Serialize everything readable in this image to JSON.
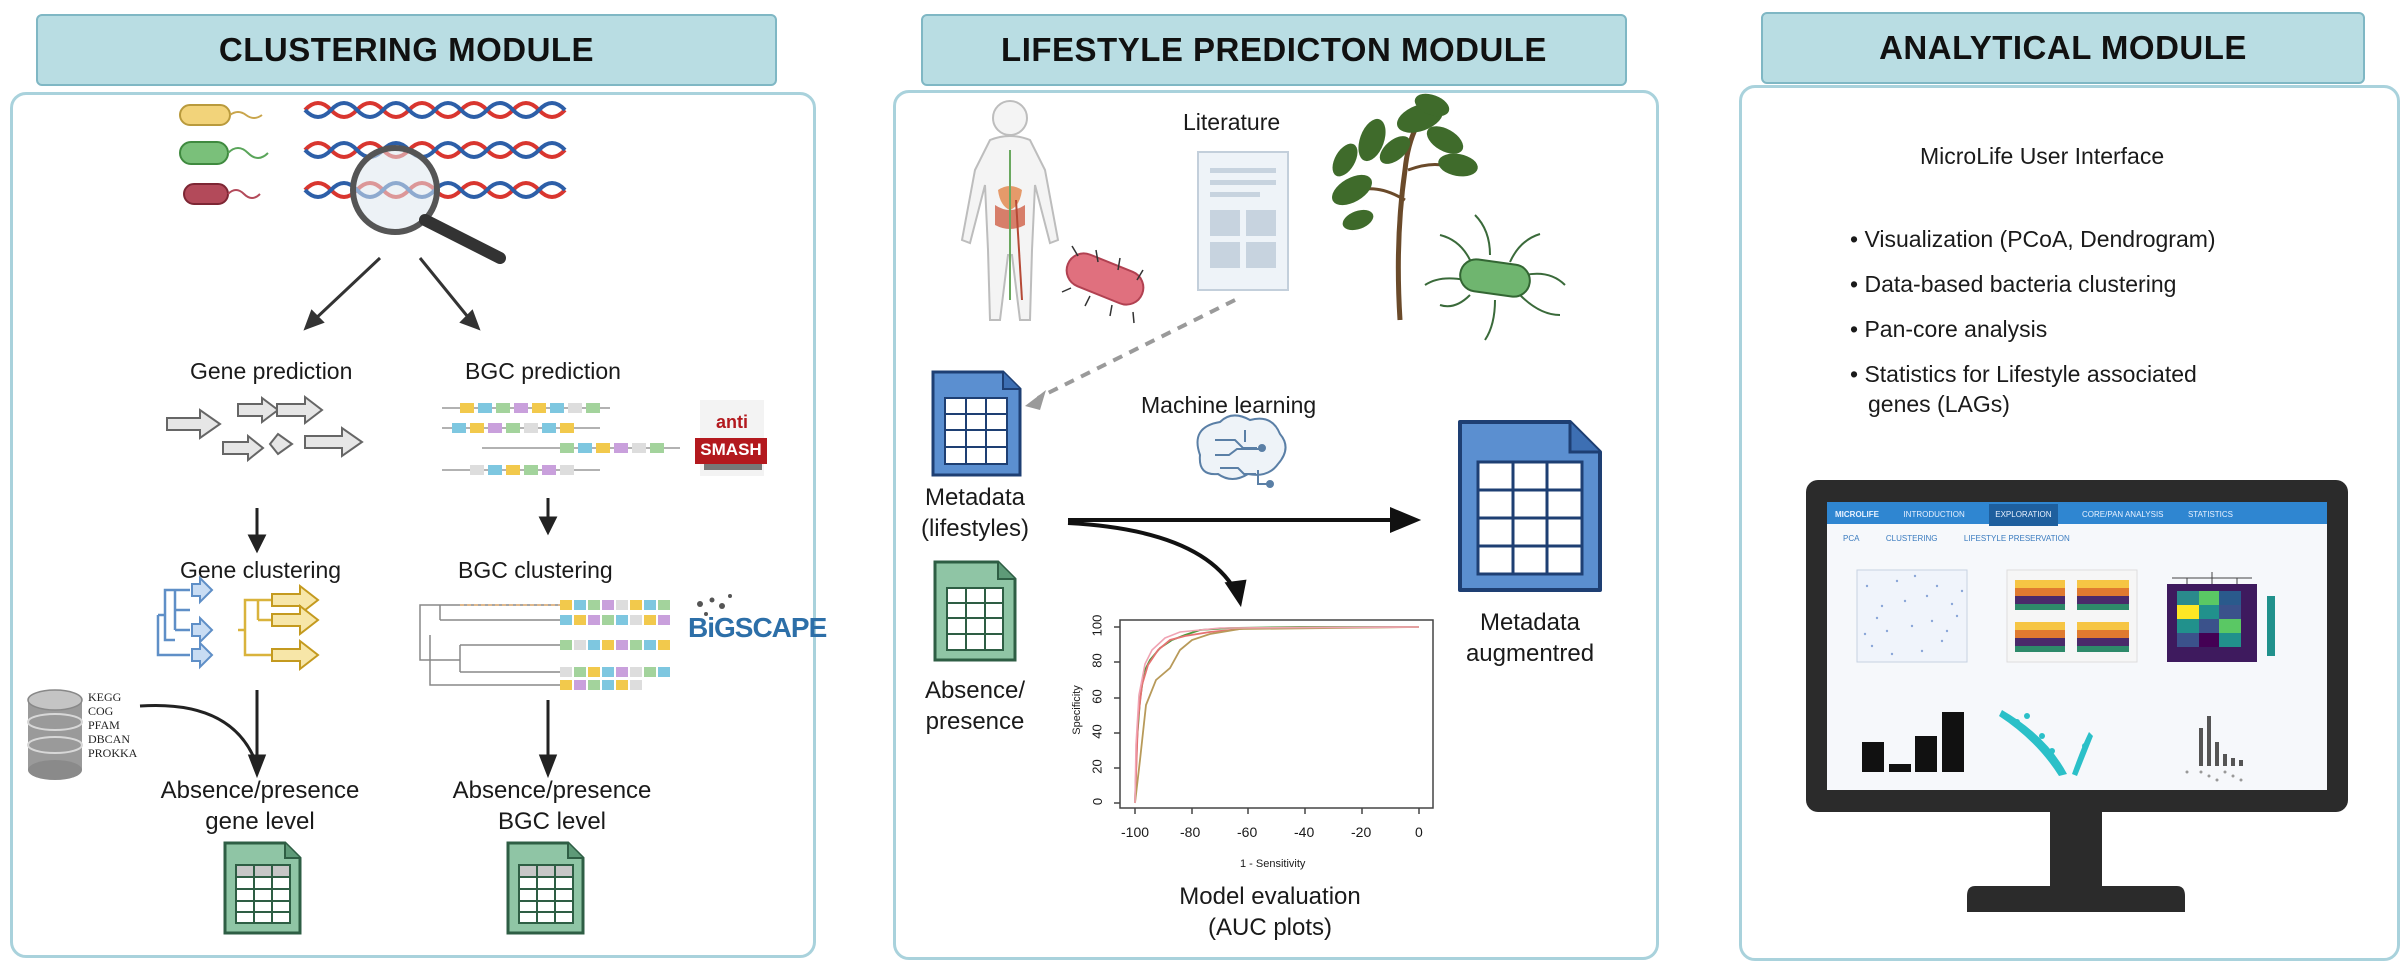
{
  "headers": {
    "clustering": "CLUSTERING MODULE",
    "lifestyle": "LIFESTYLE PREDICTON MODULE",
    "analytical": "ANALYTICAL MODULE"
  },
  "clustering": {
    "gene_prediction": "Gene prediction",
    "bgc_prediction": "BGC prediction",
    "antismash_top": "anti",
    "antismash_bottom": "SMASH",
    "gene_clustering": "Gene clustering",
    "bgc_clustering": "BGC clustering",
    "bigscape": "BiGSCAPE",
    "databases": [
      "KEGG",
      "COG",
      "PFAM",
      "DBCAN",
      "PROKKA"
    ],
    "absence_gene_line1": "Absence/presence",
    "absence_gene_line2": "gene level",
    "absence_bgc_line1": "Absence/presence",
    "absence_bgc_line2": "BGC level"
  },
  "lifestyle": {
    "literature": "Literature",
    "machine_learning": "Machine learning",
    "metadata_line1": "Metadata",
    "metadata_line2": "(lifestyles)",
    "absence_line1": "Absence/",
    "absence_line2": "presence",
    "augmented_line1": "Metadata",
    "augmented_line2": "augmentred",
    "model_eval_line1": "Model evaluation",
    "model_eval_line2": "(AUC plots)",
    "roc": {
      "ylabel": "Specificity",
      "xlabel": "1 - Sensitivity",
      "yticks": [
        "0",
        "20",
        "40",
        "60",
        "80",
        "100"
      ],
      "xticks": [
        "-100",
        "-80",
        "-60",
        "-40",
        "-20",
        "0"
      ]
    }
  },
  "analytical": {
    "ui_title": "MicroLife User Interface",
    "bullets": [
      "Visualization (PCoA, Dendrogram)",
      "Data-based bacteria clustering",
      "Pan-core analysis",
      "Statistics for Lifestyle associated",
      "genes (LAGs)"
    ],
    "monitor": {
      "brand": "MICROLIFE",
      "tabs": [
        "INTRODUCTION",
        "EXPLORATION",
        "CORE/PAN ANALYSIS",
        "STATISTICS"
      ],
      "subtabs": [
        "PCA",
        "CLUSTERING",
        "LIFESTYLE PRESERVATION"
      ]
    }
  },
  "colors": {
    "header_bg": "#b9dde3",
    "panel_border": "#a9d2dc",
    "doc_blue": "#5b8fd0",
    "doc_green": "#8fc5a5",
    "dna_red": "#d9362f",
    "dna_blue": "#2d5fa8"
  }
}
